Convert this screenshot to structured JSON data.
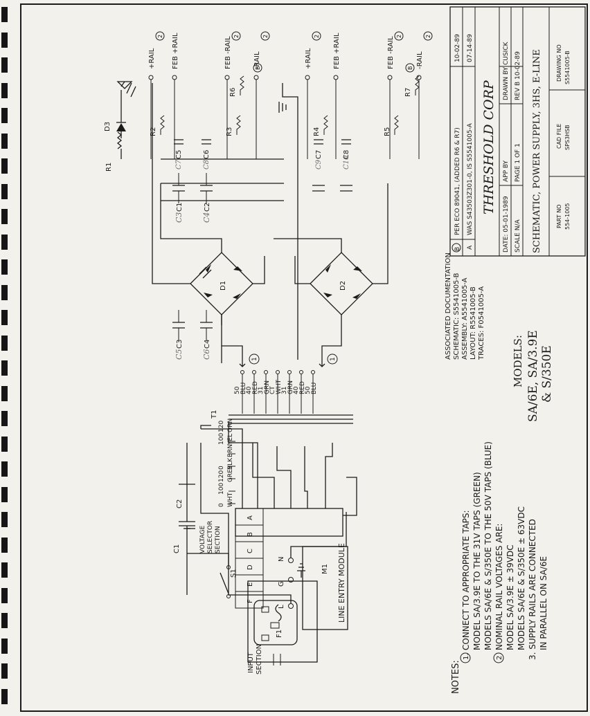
{
  "binder_holes": 28,
  "notes": {
    "heading": "NOTES:",
    "n1_num": "1.",
    "n1_l1": "CONNECT TO APPROPRIATE TAPS:",
    "n1_l2": "MODEL SA/3.9E TO THE 31V TAPS (GREEN)",
    "n1_l3": "MODELS SA/6E & S/350E TO THE 50V TAPS (BLUE)",
    "n2_num": "2",
    "n2_l1": "NOMINAL RAIL VOLTAGES ARE:",
    "n2_l2": "MODEL SA/3.9E ± 39VDC",
    "n2_l3": "MODELS SA/6E & S/350E ± 63VDC",
    "n3_l1": "3. SUPPLY RAILS ARE CONNECTED",
    "n3_l2": "IN PARALLEL ON SA/6E"
  },
  "left_labels": {
    "input_section": [
      "INPUT",
      "SECTION"
    ],
    "line_entry": "LINE ENTRY MODULE",
    "voltage_selector": [
      "VOLTAGE",
      "SELECTOR",
      "SECTION"
    ],
    "selector_letters": [
      "A",
      "B",
      "C",
      "D",
      "E",
      "F"
    ],
    "f1": "F1",
    "l": "L",
    "g": "G",
    "n": "N",
    "c1": "C1",
    "c2": "C2",
    "s1": "S1",
    "m1": "M1"
  },
  "transformer": {
    "name": "T1",
    "primary": [
      {
        "color": "ORN",
        "v": "120"
      },
      {
        "color": "YEL",
        "v": "100"
      },
      {
        "color": "BRN",
        "v": ""
      },
      {
        "color": "BLK",
        "v": "0"
      },
      {
        "color": "GREY",
        "v": "120"
      },
      {
        "color": "",
        "v": "100"
      },
      {
        "color": "WHT",
        "v": "0"
      }
    ],
    "secondary": [
      {
        "color": "BLU",
        "v": "50"
      },
      {
        "color": "RED",
        "v": "40"
      },
      {
        "color": "GRN",
        "v": "31"
      },
      {
        "color": "WHT",
        "v": "CT"
      },
      {
        "color": "GRN",
        "v": "31"
      },
      {
        "color": "RED",
        "v": "40"
      },
      {
        "color": "BLU",
        "v": "50"
      }
    ],
    "note_ref": "1"
  },
  "parts": {
    "d1": "D1",
    "d2": "D2",
    "d3": "D3",
    "r1": "R1",
    "r2": "R2",
    "r3": "R3",
    "r4": "R4",
    "r5": "R5",
    "r6": "R6",
    "r7": "R7",
    "c1": "C1",
    "c2": "C2",
    "c3": "C3",
    "c4": "C4",
    "c5": "C5",
    "c6": "C6",
    "c7": "C7",
    "c8": "C8",
    "hand": [
      "C3",
      "C4",
      "C5",
      "C6",
      "C7",
      "C8",
      "C9",
      "C10"
    ],
    "ref_b": "B"
  },
  "rails": {
    "plus_rail": "+RAIL",
    "feb_plus": "FEB +RAIL",
    "feb_minus": "FEB -RAIL",
    "minus_rail": "-RAIL",
    "ref2": "2"
  },
  "assoc_doc": {
    "title": "ASSOCIATED DOCUMENTATION",
    "schematic": "SCHEMATIC: S5541005-B",
    "assembly": "ASSEMBLY: A5541005-A",
    "layout": "LAYOUT: R5541005-B",
    "traces": "TRACES: F0541005-A"
  },
  "models": {
    "label": "MODELS:",
    "line1": "SA/6E, SA/3.9E",
    "line2": "& S/350E"
  },
  "title_block": {
    "rev_b": "B",
    "rev_b_desc": "PER ECO 89041, (ADDED R6 & R7)",
    "rev_b_date": "10-02-89",
    "rev_a": "A",
    "rev_a_desc": "WAS S43503Z301-0, IS S5541005-A",
    "rev_a_date": "07-14-89",
    "company": "THRESHOLD CORP",
    "date": "DATE: 05-01-1989",
    "app_by": "APP BY",
    "drawn_by": "DRAWN BY CUSICK",
    "scale": "SCALE   N/A",
    "page": "PAGE   1 OF 1",
    "rev": "REV  B 10-02-89",
    "title": "SCHEMATIC, POWER SUPPLY, 3HS, E-LINE",
    "part_no_label": "PART NO",
    "part_no": "554-1005",
    "cad_file_label": "CAD FILE",
    "cad_file": "SPS3HSB",
    "drawing_no_label": "DRAWING NO",
    "drawing_no": "S5541005-B"
  }
}
